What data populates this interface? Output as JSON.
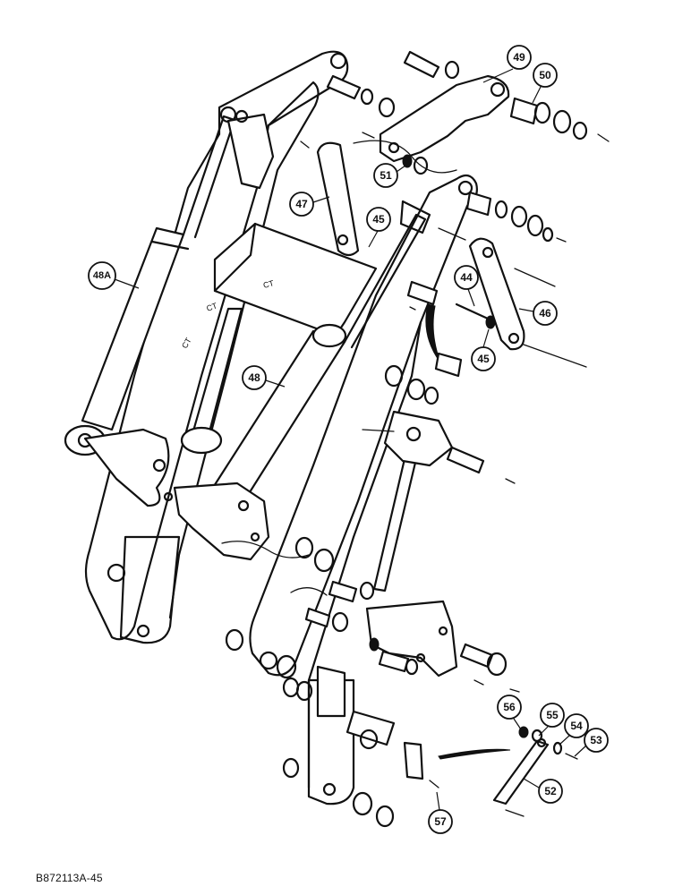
{
  "diagram": {
    "callouts": [
      {
        "id": "c49",
        "label": "49"
      },
      {
        "id": "c50",
        "label": "50"
      },
      {
        "id": "c51",
        "label": "51"
      },
      {
        "id": "c47",
        "label": "47"
      },
      {
        "id": "c45a",
        "label": "45"
      },
      {
        "id": "c48A",
        "label": "48A"
      },
      {
        "id": "c44",
        "label": "44"
      },
      {
        "id": "c46",
        "label": "46"
      },
      {
        "id": "c45b",
        "label": "45"
      },
      {
        "id": "c48",
        "label": "48"
      },
      {
        "id": "c56",
        "label": "56"
      },
      {
        "id": "c55",
        "label": "55"
      },
      {
        "id": "c54",
        "label": "54"
      },
      {
        "id": "c53",
        "label": "53"
      },
      {
        "id": "c52",
        "label": "52"
      },
      {
        "id": "c57",
        "label": "57"
      }
    ],
    "reference_code": "B872113A-45"
  }
}
